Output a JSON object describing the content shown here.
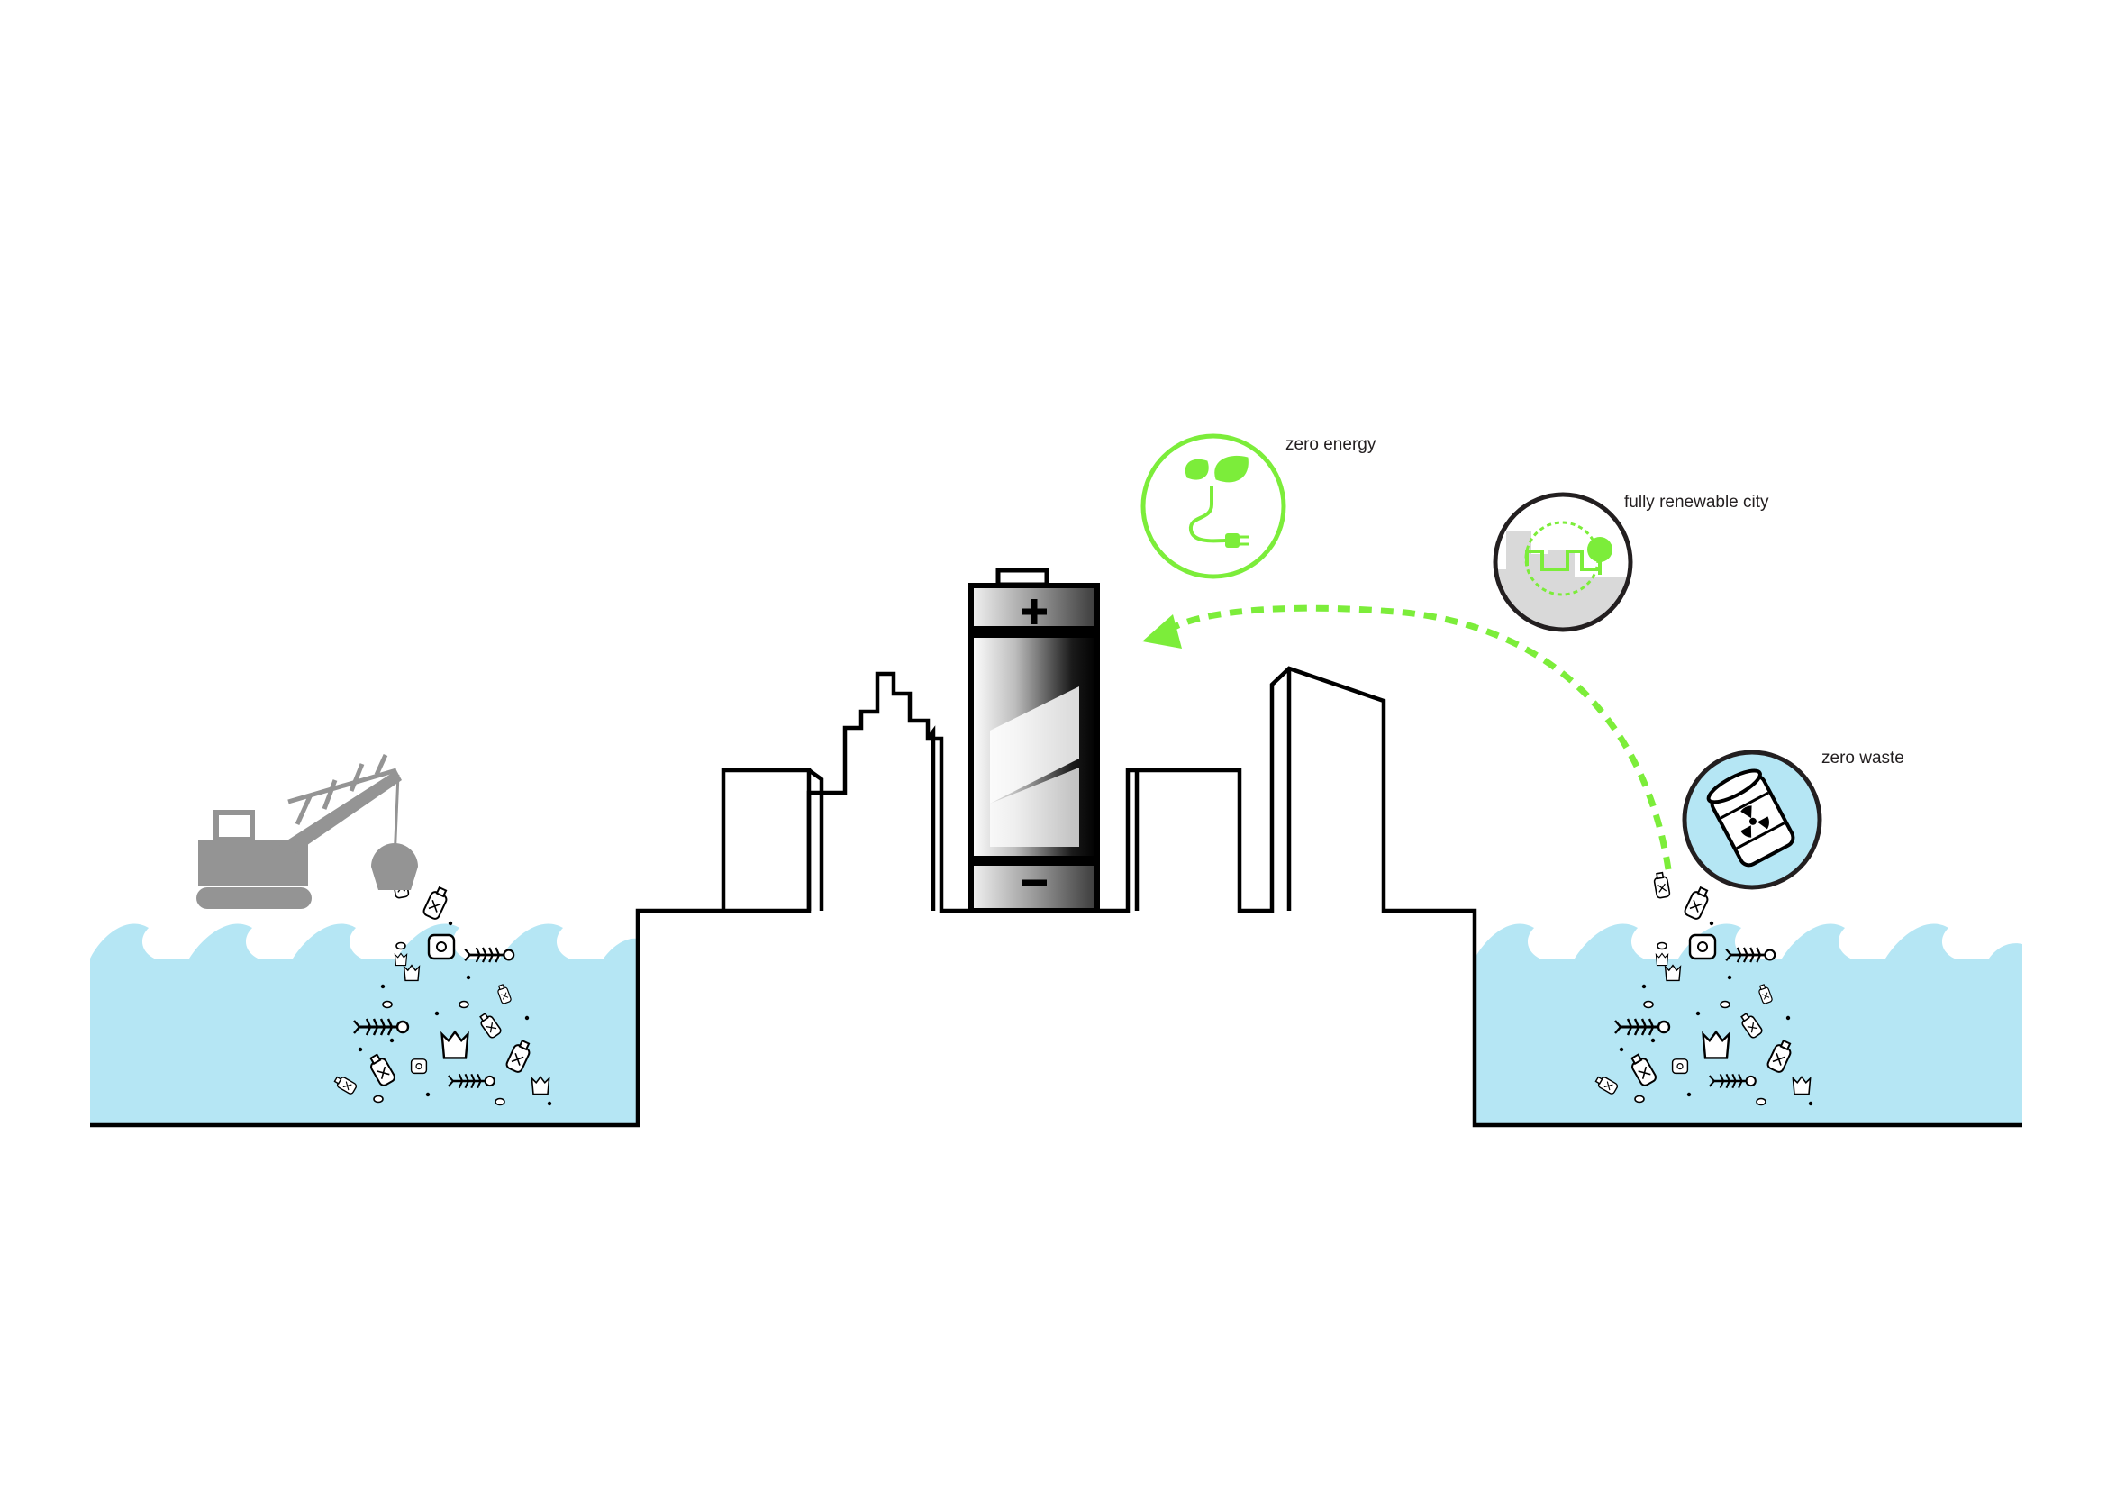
{
  "labels": {
    "zero_energy": "zero energy",
    "renewable_city": "fully renewable city",
    "zero_waste": "zero waste"
  },
  "icons": {
    "energy": "plant-plug-icon",
    "renewable": "city-tree-cycle-icon",
    "waste": "radioactive-barrel-icon",
    "battery": "battery-icon",
    "crane": "crawler-crane-icon"
  },
  "colors": {
    "accent_green": "#7ced3a",
    "water": "#b5e6f4",
    "outline": "#000000",
    "icon_bg_water": "#b5e6f4",
    "icon_bg_city": "#d9d9d9",
    "crane_gray": "#949494"
  }
}
